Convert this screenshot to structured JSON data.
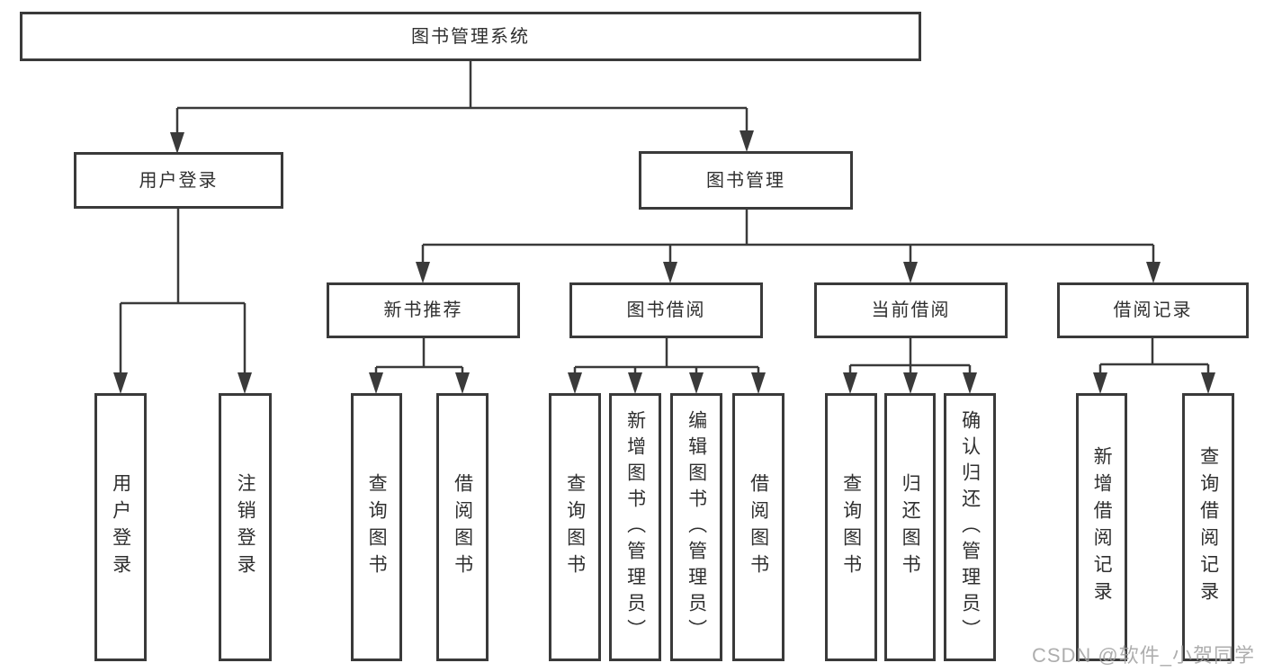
{
  "diagram": {
    "root": {
      "label": "图书管理系统"
    },
    "branches": [
      {
        "label": "用户登录",
        "children": [
          {
            "label": "用户登录"
          },
          {
            "label": "注销登录"
          }
        ]
      },
      {
        "label": "图书管理",
        "children": [
          {
            "label": "新书推荐",
            "children": [
              {
                "label": "查询图书"
              },
              {
                "label": "借阅图书"
              }
            ]
          },
          {
            "label": "图书借阅",
            "children": [
              {
                "label": "查询图书"
              },
              {
                "label": "新增图书（管理员）"
              },
              {
                "label": "编辑图书（管理员）"
              },
              {
                "label": "借阅图书"
              }
            ]
          },
          {
            "label": "当前借阅",
            "children": [
              {
                "label": "查询图书"
              },
              {
                "label": "归还图书"
              },
              {
                "label": "确认归还（管理员）"
              }
            ]
          },
          {
            "label": "借阅记录",
            "children": [
              {
                "label": "新增借阅记录"
              },
              {
                "label": "查询借阅记录"
              }
            ]
          }
        ]
      }
    ]
  },
  "watermark": {
    "text": "CSDN @软件_小贺同学"
  },
  "colors": {
    "line": "#3a3a3a",
    "border": "#3a3a3a",
    "text": "#2f2f2f",
    "background": "#ffffff",
    "watermark": "#a0a0a0"
  }
}
